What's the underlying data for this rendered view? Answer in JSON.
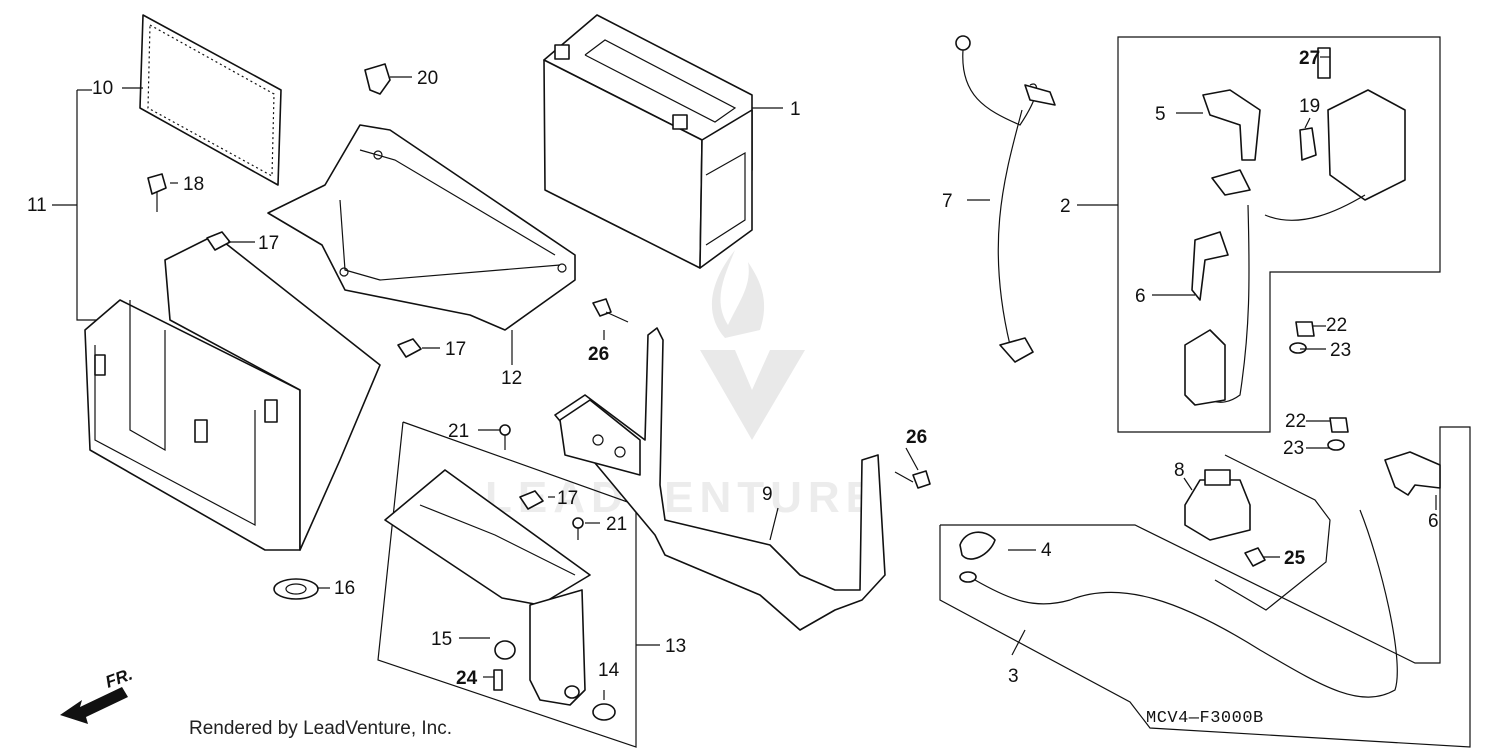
{
  "diagram": {
    "code": "MCV4—F3000B",
    "footer": "Rendered by LeadVenture, Inc.",
    "direction_label": "FR.",
    "watermark_text": "LEADVENTURE",
    "callouts": [
      {
        "id": "c1",
        "label": "1"
      },
      {
        "id": "c2",
        "label": "2"
      },
      {
        "id": "c3",
        "label": "3"
      },
      {
        "id": "c4",
        "label": "4"
      },
      {
        "id": "c5",
        "label": "5"
      },
      {
        "id": "c6a",
        "label": "6"
      },
      {
        "id": "c6b",
        "label": "6"
      },
      {
        "id": "c7",
        "label": "7"
      },
      {
        "id": "c8",
        "label": "8"
      },
      {
        "id": "c9",
        "label": "9"
      },
      {
        "id": "c10",
        "label": "10"
      },
      {
        "id": "c11",
        "label": "11"
      },
      {
        "id": "c12",
        "label": "12"
      },
      {
        "id": "c13",
        "label": "13"
      },
      {
        "id": "c14",
        "label": "14"
      },
      {
        "id": "c15",
        "label": "15"
      },
      {
        "id": "c16",
        "label": "16"
      },
      {
        "id": "c17a",
        "label": "17"
      },
      {
        "id": "c17b",
        "label": "17"
      },
      {
        "id": "c17c",
        "label": "17"
      },
      {
        "id": "c18",
        "label": "18"
      },
      {
        "id": "c19",
        "label": "19"
      },
      {
        "id": "c20",
        "label": "20"
      },
      {
        "id": "c21a",
        "label": "21"
      },
      {
        "id": "c21b",
        "label": "21"
      },
      {
        "id": "c22a",
        "label": "22"
      },
      {
        "id": "c22b",
        "label": "22"
      },
      {
        "id": "c23a",
        "label": "23"
      },
      {
        "id": "c23b",
        "label": "23"
      },
      {
        "id": "c24",
        "label": "24"
      },
      {
        "id": "c25",
        "label": "25"
      },
      {
        "id": "c26a",
        "label": "26"
      },
      {
        "id": "c26b",
        "label": "26"
      },
      {
        "id": "c27",
        "label": "27"
      }
    ]
  }
}
